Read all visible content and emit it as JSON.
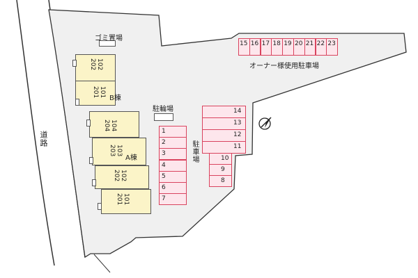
{
  "road_label": "道路",
  "garbage_label": "ゴミ置場",
  "bicycle_label": "駐輪場",
  "parking_label": "駐車場",
  "owner_parking_label": "オーナー様使用駐車場",
  "building_b": {
    "name": "B棟",
    "units_top": [
      "202",
      "102"
    ],
    "units_bottom": [
      "201",
      "101"
    ]
  },
  "building_a": {
    "name": "A棟",
    "rows": [
      [
        "204",
        "104"
      ],
      [
        "203",
        "103"
      ],
      [
        "202",
        "102"
      ],
      [
        "201",
        "101"
      ]
    ]
  },
  "parking_left": [
    "1",
    "2",
    "3",
    "4",
    "5",
    "6",
    "7"
  ],
  "parking_right_top": [
    "14",
    "13",
    "12",
    "11"
  ],
  "parking_right_bottom": [
    "10",
    "9",
    "8"
  ],
  "owner_slots": [
    "15",
    "16",
    "17",
    "18",
    "19",
    "20",
    "21",
    "22",
    "23"
  ],
  "compass": "north-compass-icon",
  "colors": {
    "lot": "#f0f0f0",
    "building": "#fbf4c8",
    "parking_border": "#d9435e",
    "parking_fill": "#fde6ec"
  }
}
